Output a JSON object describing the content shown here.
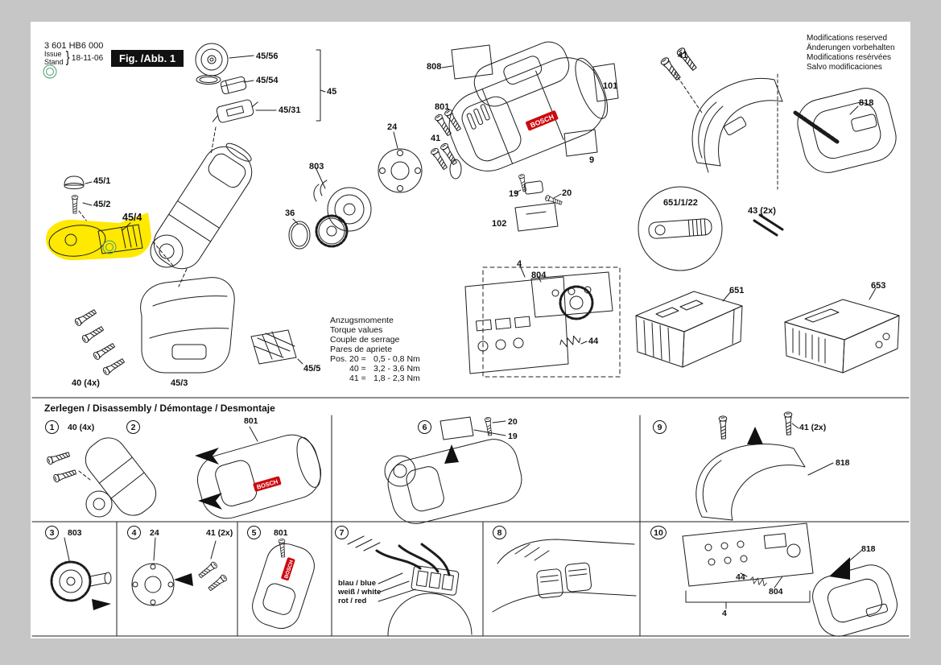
{
  "colors": {
    "page_bg": "#c6c6c6",
    "canvas_bg": "#ffffff",
    "line": "#1c1c1c",
    "highlight_yellow": "#ffe900",
    "bosch_red": "#cc0a0f",
    "stamp_green": "#4a9a6a",
    "fig_box_bg": "#111111",
    "fig_box_text": "#ffffff"
  },
  "header": {
    "doc_number": "3 601 HB6 000",
    "issue_label": "Issue",
    "stand_label": "Stand",
    "brace": "}",
    "issue_date": "18-11-06",
    "fig_label": "Fig. /Abb. 1",
    "modifications_line1": "Modifications reserved",
    "modifications_line2": "Änderungen vorbehalten",
    "modifications_line3": "Modifications resérvées",
    "modifications_line4": "Salvo modificaciones"
  },
  "brand": "BOSCH",
  "torque_note": {
    "line1": "Anzugsmomente",
    "line2": "Torque values",
    "line3": "Couple de serrage",
    "line4": "Pares de apriete",
    "pos_label": "Pos.",
    "rows": [
      {
        "pos": "20 =",
        "value": "0,5 - 0,8 Nm"
      },
      {
        "pos": "40 =",
        "value": "3,2 - 3,6 Nm"
      },
      {
        "pos": "41 =",
        "value": "1,8 - 2,3 Nm"
      }
    ]
  },
  "exploded_labels": [
    {
      "text": "45/56"
    },
    {
      "text": "45/54"
    },
    {
      "text": "45/31"
    },
    {
      "text": "45"
    },
    {
      "text": "45/1"
    },
    {
      "text": "45/2"
    },
    {
      "text": "45/4"
    },
    {
      "text": "36"
    },
    {
      "text": "803"
    },
    {
      "text": "24"
    },
    {
      "text": "801"
    },
    {
      "text": "41"
    },
    {
      "text": "808"
    },
    {
      "text": "101"
    },
    {
      "text": "9"
    },
    {
      "text": "19"
    },
    {
      "text": "20"
    },
    {
      "text": "102"
    },
    {
      "text": "41"
    },
    {
      "text": "818"
    },
    {
      "text": "651/1/22"
    },
    {
      "text": "43 (2x)"
    },
    {
      "text": "4"
    },
    {
      "text": "804"
    },
    {
      "text": "44"
    },
    {
      "text": "651"
    },
    {
      "text": "653"
    },
    {
      "text": "40 (4x)"
    },
    {
      "text": "45/3"
    },
    {
      "text": "45/5"
    }
  ],
  "disassembly": {
    "title": "Zerlegen / Disassembly / Démontage / Desmontaje",
    "steps": [
      {
        "num": "1",
        "labels": [
          "40 (4x)"
        ]
      },
      {
        "num": "2",
        "labels": [
          "801"
        ]
      },
      {
        "num": "3",
        "labels": [
          "803"
        ]
      },
      {
        "num": "4",
        "labels": [
          "24",
          "41 (2x)"
        ]
      },
      {
        "num": "5",
        "labels": [
          "801"
        ]
      },
      {
        "num": "6",
        "labels": [
          "20",
          "19"
        ]
      },
      {
        "num": "7",
        "labels": [
          "blau / blue",
          "weiß / white",
          "rot / red"
        ]
      },
      {
        "num": "8",
        "labels": []
      },
      {
        "num": "9",
        "labels": [
          "41 (2x)",
          "818"
        ]
      },
      {
        "num": "10",
        "labels": [
          "44",
          "804",
          "4",
          "818"
        ]
      }
    ]
  }
}
